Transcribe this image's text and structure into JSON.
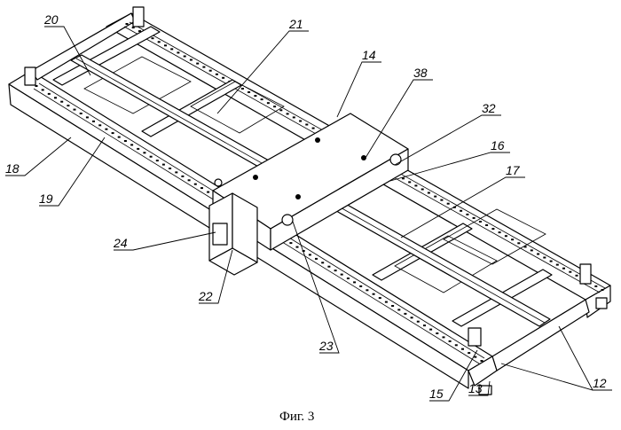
{
  "caption": "Фиг. 3",
  "labels": [
    {
      "id": "l20",
      "text": "20"
    },
    {
      "id": "l21",
      "text": "21"
    },
    {
      "id": "l14",
      "text": "14"
    },
    {
      "id": "l38",
      "text": "38"
    },
    {
      "id": "l32",
      "text": "32"
    },
    {
      "id": "l16",
      "text": "16"
    },
    {
      "id": "l17",
      "text": "17"
    },
    {
      "id": "l18",
      "text": "18"
    },
    {
      "id": "l19",
      "text": "19"
    },
    {
      "id": "l24",
      "text": "24"
    },
    {
      "id": "l22",
      "text": "22"
    },
    {
      "id": "l23",
      "text": "23"
    },
    {
      "id": "l15",
      "text": "15"
    },
    {
      "id": "l13",
      "text": "13"
    },
    {
      "id": "l12",
      "text": "12"
    }
  ]
}
